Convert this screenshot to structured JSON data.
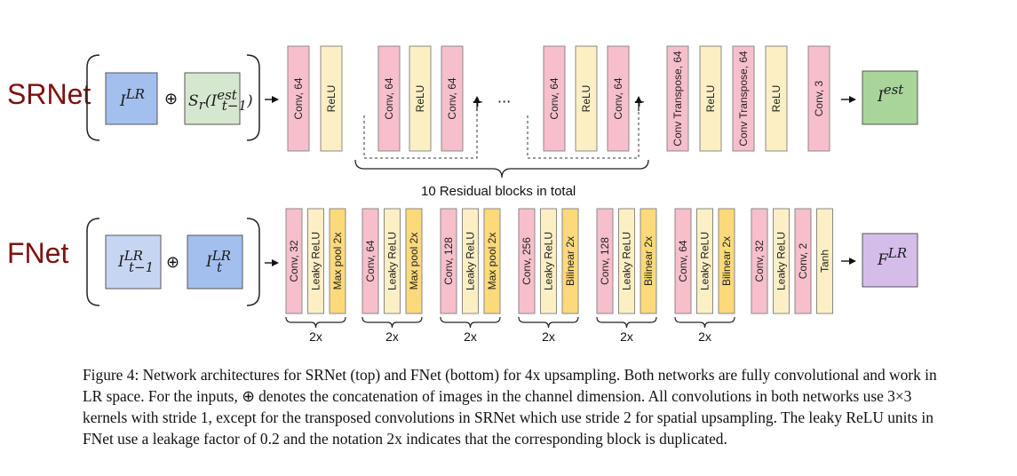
{
  "srnet": {
    "label": "SRNet",
    "inputs": [
      {
        "main": "I",
        "sup": "LR",
        "sub": ""
      },
      {
        "main": "S",
        "sub": "r",
        "arg": "I",
        "arg_sup": "est",
        "arg_sub": "t−1"
      }
    ],
    "concat_symbol": "⊕",
    "layers": [
      {
        "label": "Conv, 64",
        "kind": "conv"
      },
      {
        "label": "ReLU",
        "kind": "relu"
      },
      {
        "label": "Conv, 64",
        "kind": "conv"
      },
      {
        "label": "ReLU",
        "kind": "relu"
      },
      {
        "label": "Conv, 64",
        "kind": "conv"
      },
      {
        "label": "Conv, 64",
        "kind": "conv"
      },
      {
        "label": "ReLU",
        "kind": "relu"
      },
      {
        "label": "Conv, 64",
        "kind": "conv"
      },
      {
        "label": "Conv Transpose, 64",
        "kind": "conv"
      },
      {
        "label": "ReLU",
        "kind": "relu"
      },
      {
        "label": "Conv Transpose, 64",
        "kind": "conv"
      },
      {
        "label": "ReLU",
        "kind": "relu"
      },
      {
        "label": "Conv, 3",
        "kind": "conv"
      }
    ],
    "residual_plus": "+",
    "ellipsis": "···",
    "residual_label": "10 Residual blocks in total",
    "output": {
      "main": "I",
      "sup": "est"
    }
  },
  "fnet": {
    "label": "FNet",
    "inputs": [
      {
        "main": "I",
        "sup": "LR",
        "sub": "t−1"
      },
      {
        "main": "I",
        "sup": "LR",
        "sub": "t"
      }
    ],
    "concat_symbol": "⊕",
    "groups": [
      {
        "layers": [
          "Conv, 32",
          "Leaky ReLU",
          "Max pool 2x"
        ],
        "dup": "2x"
      },
      {
        "layers": [
          "Conv, 64",
          "Leaky ReLU",
          "Max pool 2x"
        ],
        "dup": "2x"
      },
      {
        "layers": [
          "Conv, 128",
          "Leaky ReLU",
          "Max pool 2x"
        ],
        "dup": "2x"
      },
      {
        "layers": [
          "Conv, 256",
          "Leaky ReLU",
          "Bilinear 2x"
        ],
        "dup": "2x"
      },
      {
        "layers": [
          "Conv, 128",
          "Leaky ReLU",
          "Bilinear 2x"
        ],
        "dup": "2x"
      },
      {
        "layers": [
          "Conv, 64",
          "Leaky ReLU",
          "Bilinear 2x"
        ],
        "dup": "2x"
      },
      {
        "layers": [
          "Conv, 32",
          "Leaky ReLU",
          "Conv, 2",
          "Tanh"
        ],
        "dup": ""
      }
    ],
    "output": {
      "main": "F",
      "sup": "LR"
    }
  },
  "colors": {
    "conv": "#f7bfcb",
    "relu": "#fcefc4",
    "pool": "#fcd97a",
    "input_blue": "#a3bfee",
    "input_green": "#d6e7cf",
    "output_green": "#a9d59a",
    "output_purple": "#d5bdea",
    "label_red": "#7f1010"
  },
  "caption": {
    "prefix": "Figure 4: Network architectures for ",
    "srnet": "SRNet",
    "mid1": " (top) and ",
    "fnet": "FNet",
    "mid2": " (bottom) for 4x upsampling. Both networks are fully convolutional and work in LR space. For the inputs, ⊕ denotes the concatenation of images in the channel dimension. All convolutions in both networks use 3×3 kernels with stride 1, except for the transposed convolutions in ",
    "srnet2": "SRNet",
    "mid3": " which use stride 2 for spatial upsampling. The leaky ReLU units in ",
    "fnet2": "FNet",
    "suffix": " use a leakage factor of 0.2 and the notation 2x indicates that the corresponding block is duplicated."
  }
}
